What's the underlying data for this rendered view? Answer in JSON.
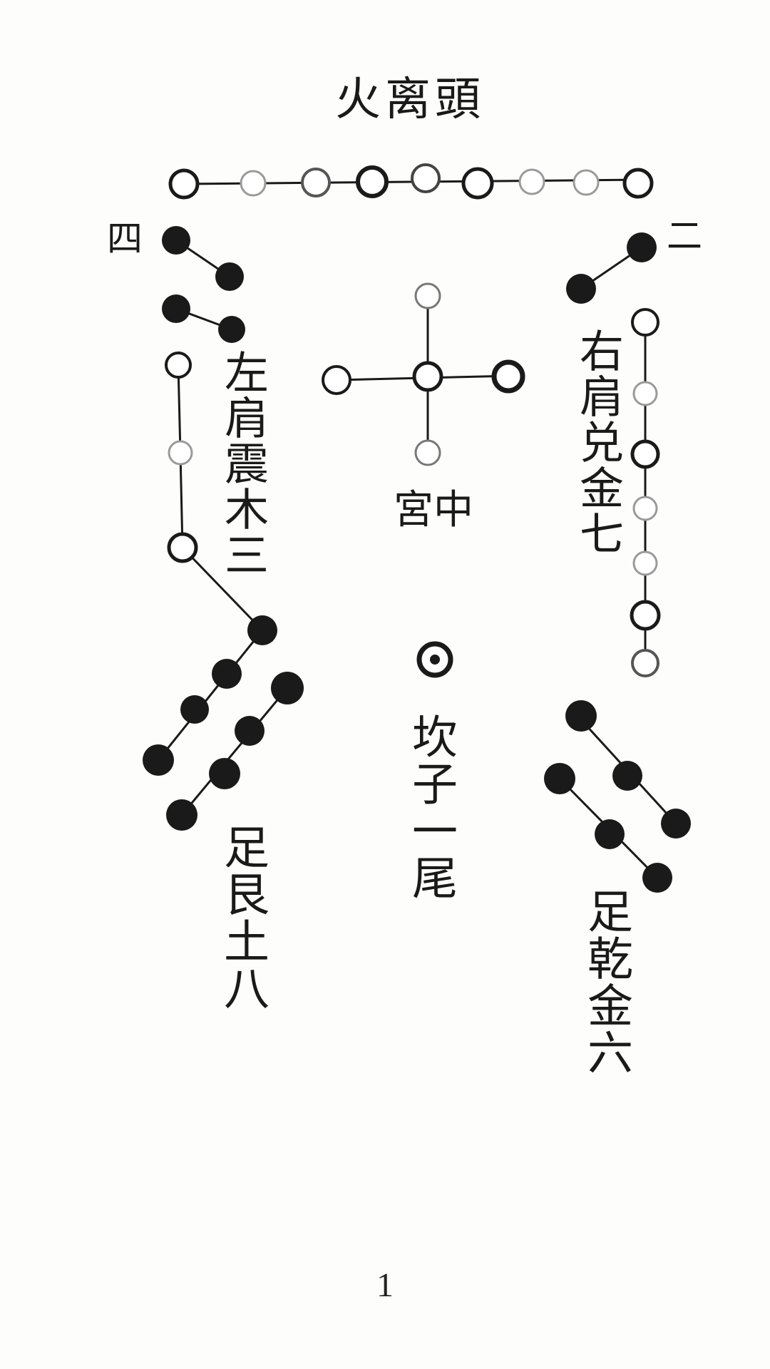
{
  "labels": {
    "top": "火离頭",
    "left_shoulder": "左肩震木三",
    "right_shoulder": "右肩兑金七",
    "center": "中宮",
    "bottom_center": "坎子一尾",
    "left_foot": "足艮土八",
    "right_foot": "足乾金六",
    "corner_left": "四",
    "corner_right": "二"
  },
  "page_number": "1",
  "colors": {
    "ink": "#1a1a1a",
    "paper": "#fdfdfb",
    "faint_dot": "#9a9a9a"
  }
}
